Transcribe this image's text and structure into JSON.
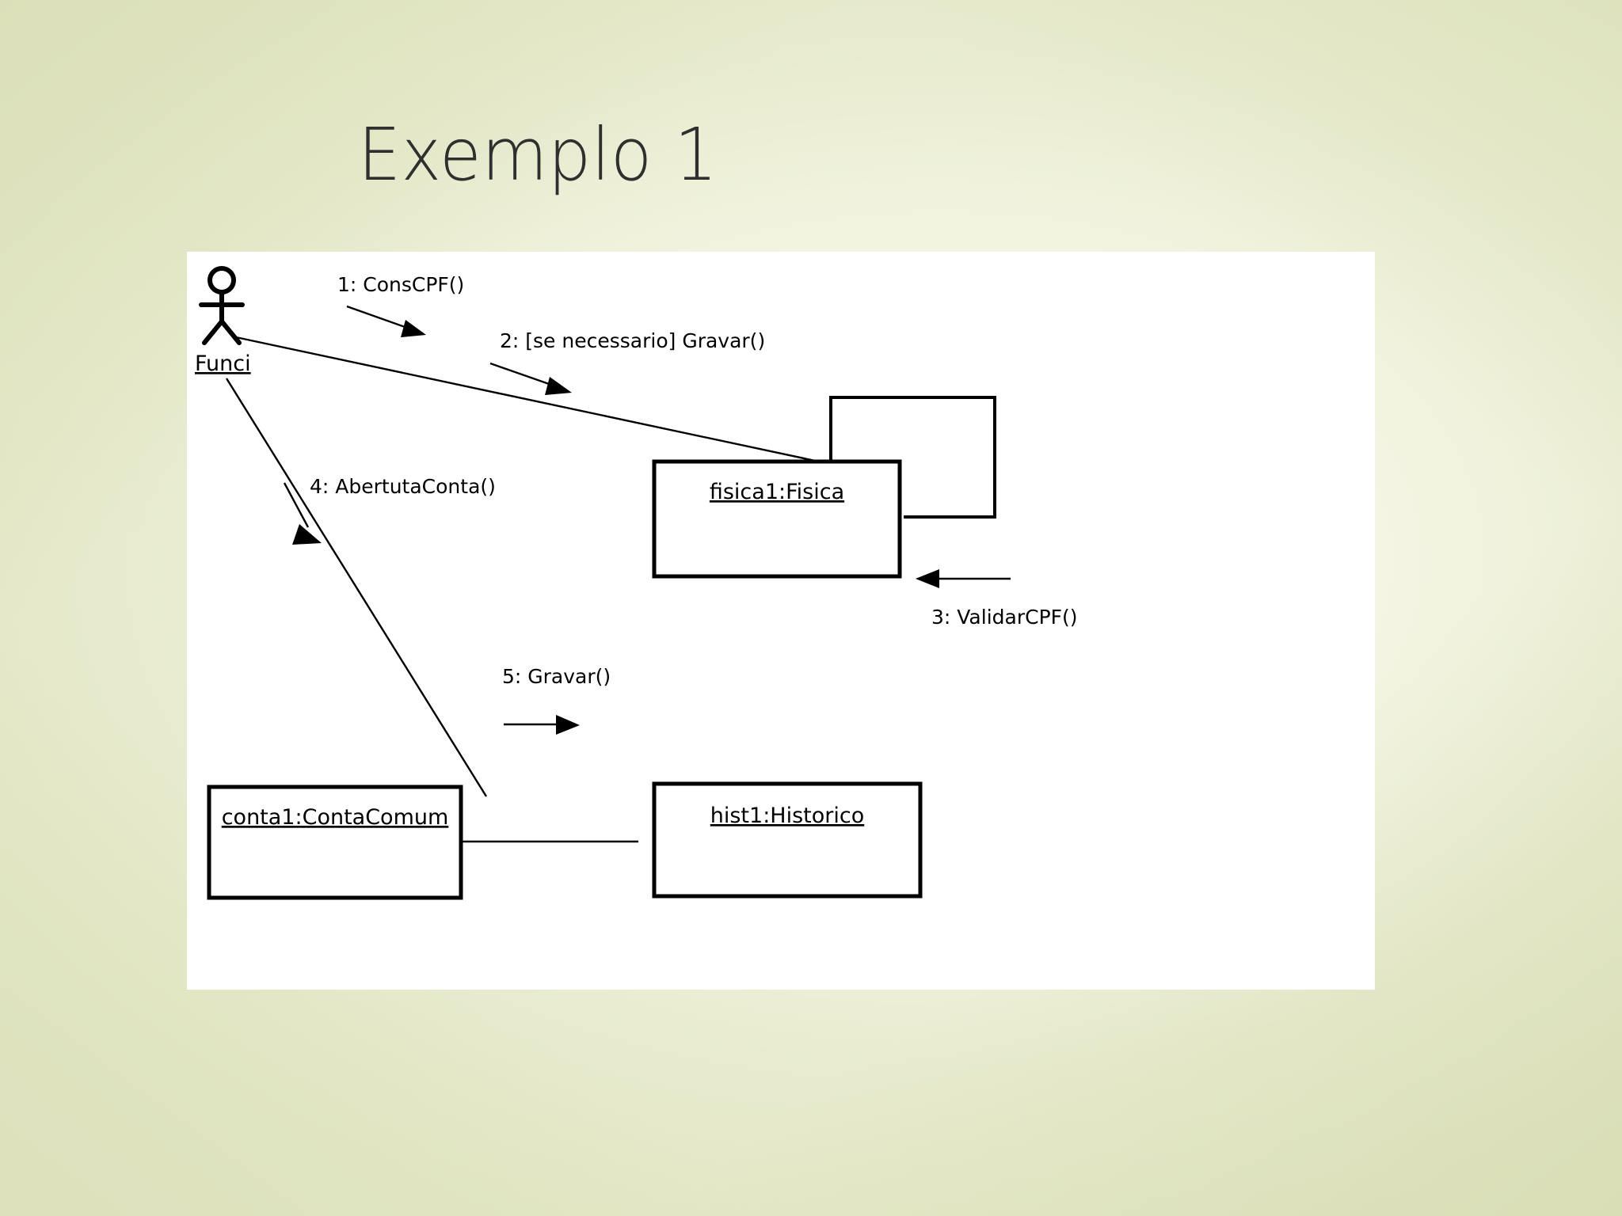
{
  "slide": {
    "title": "Exemplo 1",
    "background_color": "#eef0d9",
    "diagram_background": "#ffffff",
    "line_color": "#000000"
  },
  "diagram": {
    "kind": "UML collaboration diagram",
    "actor": {
      "label": "Funci",
      "icon": "stick-figure-actor"
    },
    "objects": [
      {
        "id": "fisica",
        "label": "fisica1:Fisica"
      },
      {
        "id": "conta",
        "label": "conta1:ContaComum"
      },
      {
        "id": "hist",
        "label": "hist1:Historico"
      }
    ],
    "messages": [
      {
        "number": "1",
        "label": "1: ConsCPF()",
        "from": "Funci",
        "to": "fisica1:Fisica"
      },
      {
        "number": "2",
        "label": "2: [se necessario] Gravar()",
        "from": "Funci",
        "to": "fisica1:Fisica"
      },
      {
        "number": "3",
        "label": "3: ValidarCPF()",
        "from": "external",
        "to": "fisica1:Fisica"
      },
      {
        "number": "4",
        "label": "4: AbertutaConta()",
        "from": "Funci",
        "to": "conta1:ContaComum"
      },
      {
        "number": "5",
        "label": "5: Gravar()",
        "from": "conta1:ContaComum",
        "to": "hist1:Historico"
      }
    ]
  }
}
